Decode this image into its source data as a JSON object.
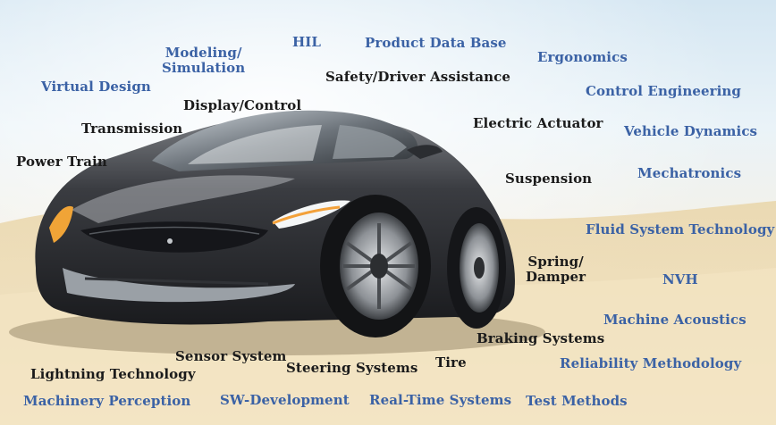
{
  "colors": {
    "blue_text": "#3b62a5",
    "dark_text": "#1b1b1b",
    "sky": "#d4e6f2",
    "sand": "#efe2c3",
    "car_body": "#2b2d31"
  },
  "image": {
    "subject": "concept-car-illustration"
  },
  "labels": {
    "modeling_line1": "Modeling/",
    "modeling_line2": "Simulation",
    "hil": "HIL",
    "product_data_base": "Product Data Base",
    "ergonomics": "Ergonomics",
    "virtual_design": "Virtual Design",
    "safety_driver_assistance": "Safety/Driver Assistance",
    "control_engineering": "Control Engineering",
    "display_control": "Display/Control",
    "transmission": "Transmission",
    "electric_actuator": "Electric Actuator",
    "vehicle_dynamics": "Vehicle Dynamics",
    "power_train": "Power Train",
    "mechatronics": "Mechatronics",
    "suspension": "Suspension",
    "fluid_system_technology": "Fluid System Technology",
    "spring_line1": "Spring/",
    "spring_line2": "Damper",
    "nvh": "NVH",
    "machine_acoustics": "Machine Acoustics",
    "braking_systems": "Braking Systems",
    "sensor_system": "Sensor System",
    "reliability_methodology": "Reliability Methodology",
    "lightning_technology": "Lightning Technology",
    "steering_systems": "Steering Systems",
    "tire": "Tire",
    "machinery_perception": "Machinery Perception",
    "sw_development": "SW-Development",
    "real_time_systems": "Real-Time Systems",
    "test_methods": "Test Methods"
  }
}
